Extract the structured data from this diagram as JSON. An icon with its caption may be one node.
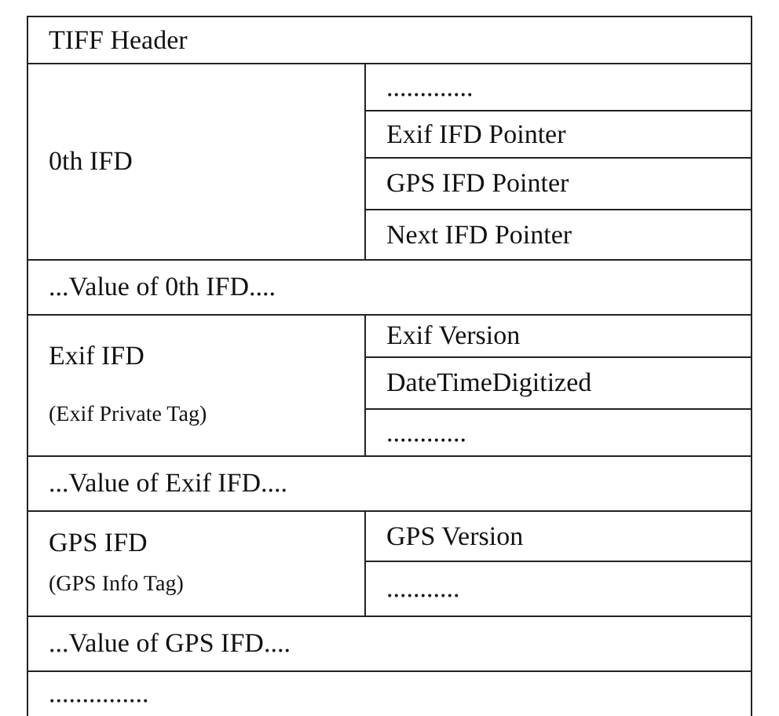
{
  "diagram": {
    "nodes": [
      {
        "text": [
          "TIFF Header"
        ]
      },
      {
        "text": [
          "0th IFD"
        ]
      },
      {
        "text": [
          "............."
        ]
      },
      {
        "text": [
          "Exif IFD Pointer"
        ]
      },
      {
        "text": [
          "GPS IFD Pointer"
        ]
      },
      {
        "text": [
          "Next IFD Pointer"
        ]
      },
      {
        "text": [
          "...Value of 0th IFD...."
        ]
      },
      {
        "text": [
          "Exif IFD",
          "(Exif Private Tag)"
        ]
      },
      {
        "text": [
          "Exif Version"
        ]
      },
      {
        "text": [
          "DateTimeDigitized"
        ]
      },
      {
        "text": [
          "............"
        ]
      },
      {
        "text": [
          "...Value of Exif IFD...."
        ]
      },
      {
        "text": [
          "GPS IFD",
          "(GPS Info Tag)"
        ]
      },
      {
        "text": [
          "GPS Version"
        ]
      },
      {
        "text": [
          "..........."
        ]
      },
      {
        "text": [
          "...Value of GPS IFD...."
        ]
      },
      {
        "text": [
          "..............."
        ]
      }
    ]
  }
}
